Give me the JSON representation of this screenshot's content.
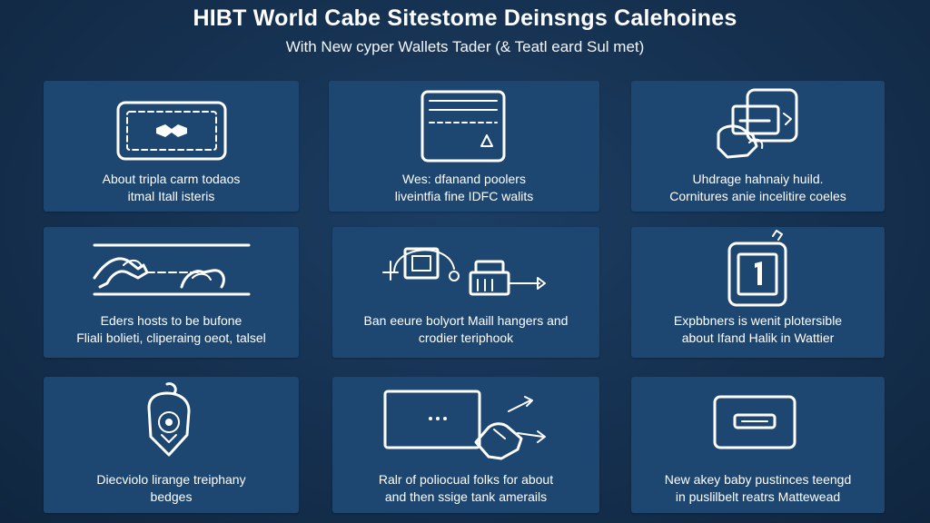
{
  "header": {
    "title": "HIBT World Cabe Sitestome Deinsngs Calehoines",
    "subtitle": "With New cyper Wallets Tader (& Teatl eard Sul met)"
  },
  "cards": [
    {
      "icon": "card-icon",
      "line1": "About tripla carm todaos",
      "line2": "itmal Itall isteris"
    },
    {
      "icon": "wallet-warning-icon",
      "line1": "Wes: dfanand poolers",
      "line2": "liveintfia fine IDFC walits"
    },
    {
      "icon": "hardware-wallet-icon",
      "line1": "Uhdrage hahnaiy huild.",
      "line2": "Cornitures anie incelitire coeles"
    },
    {
      "icon": "handshake-transfer-icon",
      "line1": "Eders hosts to be bufone",
      "line2": "Fliali bolieti, cliperaing oeot, talsel"
    },
    {
      "icon": "network-transfer-icon",
      "line1": "Ban eeure bolyort Maill hangers and",
      "line2": "crodier teriphook"
    },
    {
      "icon": "device-number-icon",
      "line1": "Expbbners is wenit plotersible",
      "line2": "about Ifand Halik in Wattier"
    },
    {
      "icon": "shield-tag-icon",
      "line1": "Diecviolo lirange treiphany",
      "line2": "bedges"
    },
    {
      "icon": "laptop-hand-icon",
      "line1": "Ralr of poliocual folks for about",
      "line2": "and then ssige tank amerails"
    },
    {
      "icon": "card-slot-icon",
      "line1": "New akey baby pustinces teengd",
      "line2": "in puslilbelt reatrs Mattewead"
    }
  ]
}
